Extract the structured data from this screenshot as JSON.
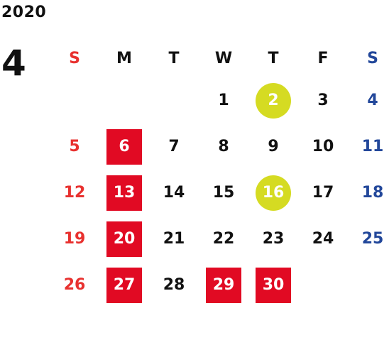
{
  "calendar": {
    "year": "2020",
    "month": "4",
    "weekdays": [
      "S",
      "M",
      "T",
      "W",
      "T",
      "F",
      "S"
    ],
    "colors": {
      "sunday": "#e8312f",
      "saturday": "#22479a",
      "weekday": "#111111",
      "highlight_red": "#e10a23",
      "highlight_circle": "#d5db22"
    },
    "weeks": [
      [
        {
          "day": "",
          "mark": ""
        },
        {
          "day": "",
          "mark": ""
        },
        {
          "day": "",
          "mark": ""
        },
        {
          "day": "1",
          "mark": ""
        },
        {
          "day": "2",
          "mark": "circle"
        },
        {
          "day": "3",
          "mark": ""
        },
        {
          "day": "4",
          "mark": ""
        }
      ],
      [
        {
          "day": "5",
          "mark": ""
        },
        {
          "day": "6",
          "mark": "red"
        },
        {
          "day": "7",
          "mark": ""
        },
        {
          "day": "8",
          "mark": ""
        },
        {
          "day": "9",
          "mark": ""
        },
        {
          "day": "10",
          "mark": ""
        },
        {
          "day": "11",
          "mark": ""
        }
      ],
      [
        {
          "day": "12",
          "mark": ""
        },
        {
          "day": "13",
          "mark": "red"
        },
        {
          "day": "14",
          "mark": ""
        },
        {
          "day": "15",
          "mark": ""
        },
        {
          "day": "16",
          "mark": "circle"
        },
        {
          "day": "17",
          "mark": ""
        },
        {
          "day": "18",
          "mark": ""
        }
      ],
      [
        {
          "day": "19",
          "mark": ""
        },
        {
          "day": "20",
          "mark": "red"
        },
        {
          "day": "21",
          "mark": ""
        },
        {
          "day": "22",
          "mark": ""
        },
        {
          "day": "23",
          "mark": ""
        },
        {
          "day": "24",
          "mark": ""
        },
        {
          "day": "25",
          "mark": ""
        }
      ],
      [
        {
          "day": "26",
          "mark": ""
        },
        {
          "day": "27",
          "mark": "red"
        },
        {
          "day": "28",
          "mark": ""
        },
        {
          "day": "29",
          "mark": "red"
        },
        {
          "day": "30",
          "mark": "red"
        },
        {
          "day": "",
          "mark": ""
        },
        {
          "day": "",
          "mark": ""
        }
      ]
    ]
  }
}
